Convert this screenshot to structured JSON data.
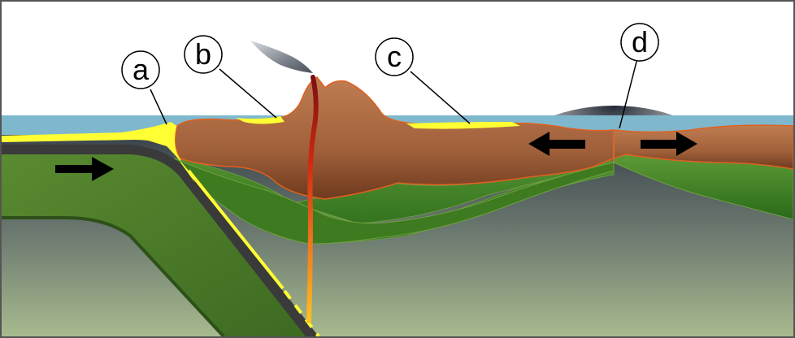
{
  "diagram": {
    "labels": {
      "a": "a",
      "b": "b",
      "c": "c",
      "d": "d"
    }
  },
  "colors": {
    "ocean": "#7fb8cc",
    "sediment": "#ffff33",
    "crust": "#b8754c",
    "lithosphere": "#4a8a28",
    "mantle_top": "#38404c",
    "mantle_bottom": "#a6b890",
    "arrow": "#000000",
    "magma": "#e05020"
  }
}
